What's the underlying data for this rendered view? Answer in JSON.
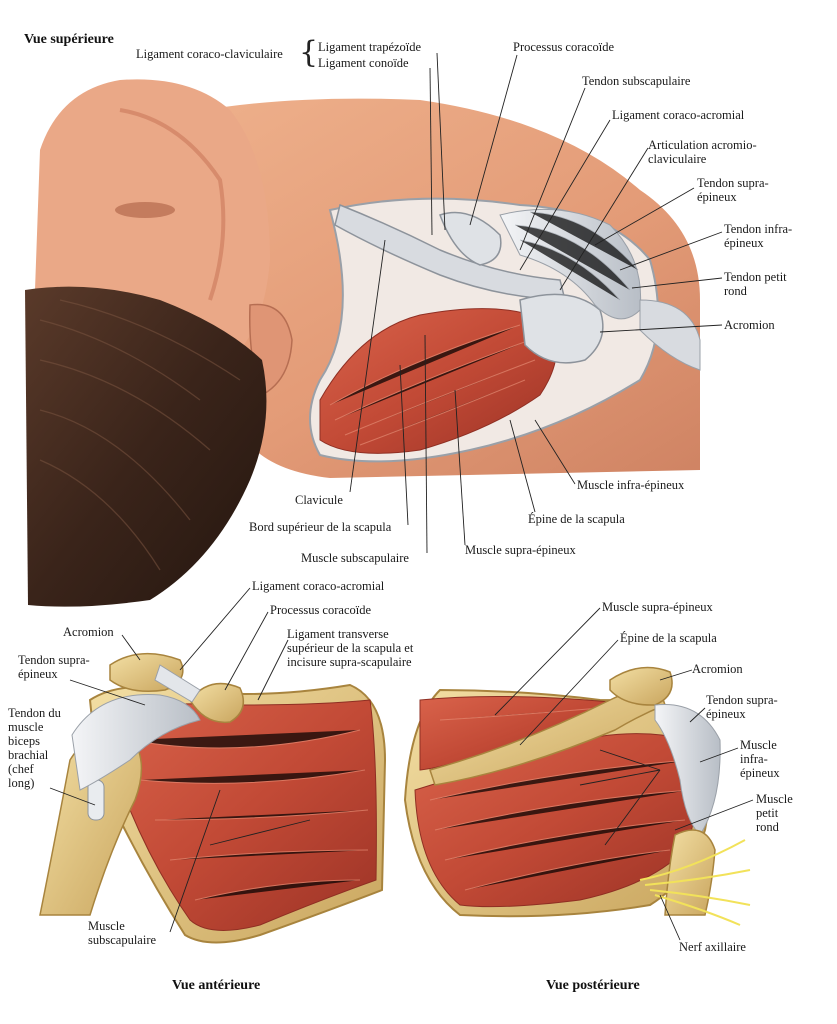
{
  "views": {
    "superior": "Vue supérieure",
    "anterior": "Vue antérieure",
    "posterior": "Vue postérieure"
  },
  "top_labels": {
    "coraco_clavicular": "Ligament coraco-claviculaire",
    "trapezoid": "Ligament trapézoïde",
    "conoid": "Ligament conoïde",
    "coracoid": "Processus coracoïde",
    "subscap_tendon": "Tendon subscapulaire",
    "coraco_acromial": "Ligament coraco-acromial",
    "acromioclav_1": "Articulation acromio-",
    "acromioclav_2": "claviculaire",
    "supraspin_tendon_1": "Tendon supra-",
    "supraspin_tendon_2": "épineux",
    "infraspin_tendon_1": "Tendon infra-",
    "infraspin_tendon_2": "épineux",
    "teres_tendon_1": "Tendon petit",
    "teres_tendon_2": "rond",
    "acromion": "Acromion",
    "infraspin_muscle": "Muscle infra-épineux",
    "scap_spine": "Épine de la scapula",
    "supraspin_muscle": "Muscle supra-épineux",
    "subscap_muscle": "Muscle subscapulaire",
    "sup_border": "Bord supérieur de la scapula",
    "clavicle": "Clavicule"
  },
  "anterior_labels": {
    "coraco_acromial": "Ligament coraco-acromial",
    "coracoid": "Processus coracoïde",
    "transverse_1": "Ligament transverse",
    "transverse_2": "supérieur de la scapula et",
    "transverse_3": "incisure supra-scapulaire",
    "acromion": "Acromion",
    "supraspin_tendon_1": "Tendon supra-",
    "supraspin_tendon_2": "épineux",
    "biceps_1": "Tendon du",
    "biceps_2": "muscle",
    "biceps_3": "biceps",
    "biceps_4": "brachial",
    "biceps_5": "(chef",
    "biceps_6": "long)",
    "subscap_1": "Muscle",
    "subscap_2": "subscapulaire"
  },
  "posterior_labels": {
    "supraspin_muscle": "Muscle supra-épineux",
    "scap_spine": "Épine de la scapula",
    "acromion": "Acromion",
    "supraspin_tendon_1": "Tendon supra-",
    "supraspin_tendon_2": "épineux",
    "infraspin_1": "Muscle",
    "infraspin_2": "infra-",
    "infraspin_3": "épineux",
    "teres_1": "Muscle",
    "teres_2": "petit",
    "teres_3": "rond",
    "axillary": "Nerf axillaire"
  },
  "colors": {
    "skin": "#e9a582",
    "skin_shadow": "#c97a5a",
    "hair": "#3a241a",
    "muscle": "#c9503c",
    "muscle_dark": "#9c3326",
    "bone": "#e8cf8a",
    "tendon": "#d9dde2",
    "nerve": "#f2e25a"
  }
}
